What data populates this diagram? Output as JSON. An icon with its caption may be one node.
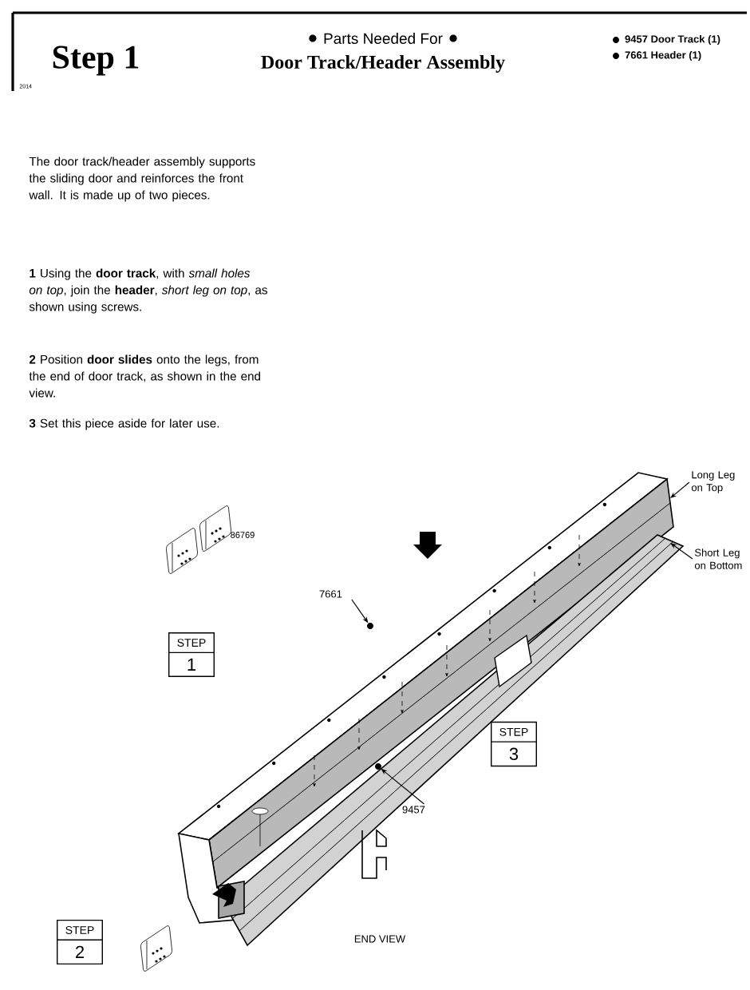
{
  "diagram": {
    "title": "Step 1",
    "nodes": [
      {
        "text": [
          "Long Leg on Top"
        ]
      },
      {
        "text": [
          "Short Leg on Bottom"
        ]
      },
      {
        "text": [
          "7661"
        ]
      },
      {
        "text": [],
        "shape": "picture"
      },
      {
        "text": [
          "STEP",
          "1"
        ]
      },
      {
        "text": [
          "STEP",
          "3"
        ]
      },
      {
        "text": [
          "9457"
        ]
      },
      {
        "text": [],
        "shape": "picture"
      },
      {
        "text": [
          "STEP",
          "2"
        ]
      }
    ],
    "edges": [
      {
        "from": 0,
        "to": null,
        "arrow": "to"
      },
      {
        "from": 1,
        "to": null,
        "arrow": "to"
      },
      {
        "from": 2,
        "to": 3,
        "arrow": "to"
      },
      {
        "from": 6,
        "to": 7,
        "arrow": "to"
      }
    ],
    "labels": [
      "Parts Needed For",
      "Door Track/Header Assembly",
      "9457 Door Track (1)",
      "7661 Header (1)",
      "2014",
      "The door track/header assembly supports the sliding door and reinforces the front wall. It is made up of two pieces.",
      "**1** Using the **door track**, with *small holes on top*, join the **header**, *short leg on top*, as shown using screws.",
      "**2** Position **door slides** onto the legs, from the end of door track, as shown in the end view.",
      "**3** Set this piece aside for later use.",
      "86769",
      "END VIEW"
    ]
  }
}
